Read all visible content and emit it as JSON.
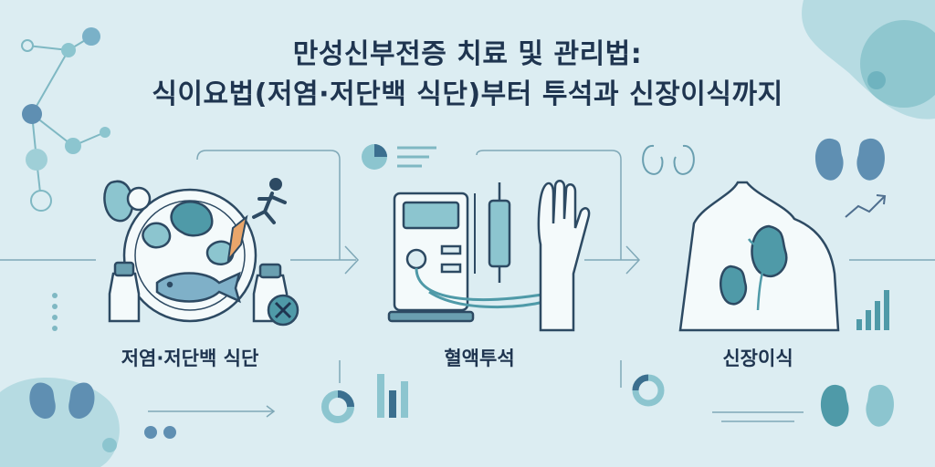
{
  "title": {
    "line1": "만성신부전증 치료 및 관리법:",
    "line2": "식이요법(저염·저단백 식단)부터 투석과 신장이식까지"
  },
  "steps": [
    {
      "label": "저염·저단백 식단",
      "icon": "diet-plate-icon"
    },
    {
      "label": "혈액투석",
      "icon": "hemodialysis-machine-icon"
    },
    {
      "label": "신장이식",
      "icon": "kidney-transplant-icon"
    }
  ],
  "colors": {
    "background": "#dcedf2",
    "title": "#1f3550",
    "stroke": "#2d4a63",
    "accent": "#4f9aa8",
    "accent_light": "#8cc5cf",
    "accent_dark": "#3b6f8f"
  }
}
